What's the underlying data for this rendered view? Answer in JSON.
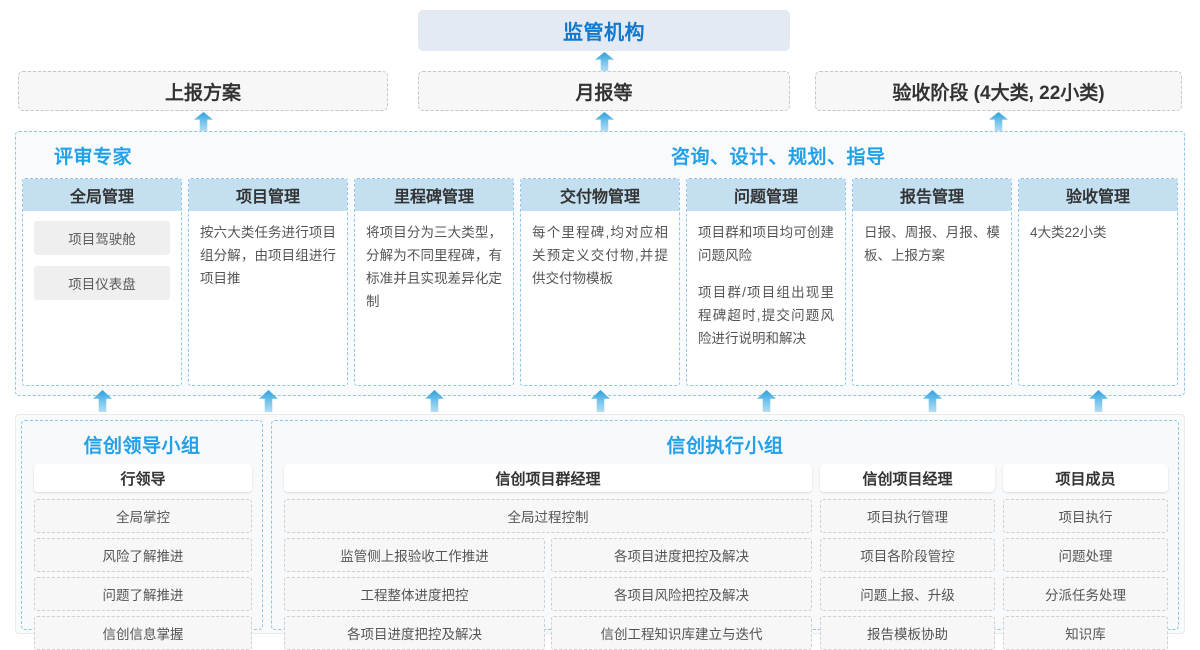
{
  "top": {
    "regulator": "监管机构",
    "boxes": [
      {
        "label": "上报方案"
      },
      {
        "label": "月报等"
      },
      {
        "label": "验收阶段 (4大类, 22小类)"
      }
    ]
  },
  "middle": {
    "headers": [
      {
        "label": "评审专家"
      },
      {
        "label": "咨询、设计、规划、指导"
      }
    ],
    "columns": [
      {
        "title": "全局管理",
        "descriptions": [],
        "pills": [
          "项目驾驶舱",
          "项目仪表盘"
        ]
      },
      {
        "title": "项目管理",
        "descriptions": [
          "按六大类任务进行项目组分解，由项目组进行项目推"
        ],
        "pills": []
      },
      {
        "title": "里程碑管理",
        "descriptions": [
          "将项目分为三大类型，分解为不同里程碑，有标准并且实现差异化定制"
        ],
        "pills": []
      },
      {
        "title": "交付物管理",
        "descriptions": [
          "每个里程碑,均对应相关预定义交付物,并提供交付物模板"
        ],
        "pills": []
      },
      {
        "title": "问题管理",
        "descriptions": [
          "项目群和项目均可创建问题风险",
          "项目群/项目组出现里程碑超时,提交问题风险进行说明和解决"
        ],
        "pills": []
      },
      {
        "title": "报告管理",
        "descriptions": [
          "日报、周报、月报、模板、上报方案"
        ],
        "pills": []
      },
      {
        "title": "验收管理",
        "descriptions": [
          "4大类22小类"
        ],
        "pills": []
      }
    ]
  },
  "bottom": {
    "groups": [
      {
        "title": "信创领导小组",
        "roles": [
          {
            "name": "行领导",
            "layout": "single",
            "items": [
              "全局掌控",
              "风险了解推进",
              "问题了解推进",
              "信创信息掌握"
            ]
          }
        ]
      },
      {
        "title": "信创执行小组",
        "roles": [
          {
            "name": "信创项目群经理",
            "layout": "wide",
            "full_item": "全局过程控制",
            "left_items": [
              "监管侧上报验收工作推进",
              "工程整体进度把控",
              "各项目进度把控及解决"
            ],
            "right_items": [
              "各项目进度把控及解决",
              "各项目风险把控及解决",
              "信创工程知识库建立与迭代"
            ]
          },
          {
            "name": "信创项目经理",
            "layout": "single",
            "items": [
              "项目执行管理",
              "项目各阶段管控",
              "问题上报、升级",
              "报告模板协助"
            ]
          },
          {
            "name": "项目成员",
            "layout": "single",
            "items": [
              "项目执行",
              "问题处理",
              "分派任务处理",
              "知识库"
            ]
          }
        ]
      }
    ]
  },
  "arrows": {
    "to_regulator": {
      "name": "arrow-up-to-regulator"
    },
    "to_topboxes": [
      {
        "name": "arrow-up-to-report-plan"
      },
      {
        "name": "arrow-up-to-monthly-report"
      },
      {
        "name": "arrow-up-to-acceptance-stage"
      }
    ],
    "to_columns": [
      {
        "name": "arrow-up-to-global-management"
      },
      {
        "name": "arrow-up-to-project-management"
      },
      {
        "name": "arrow-up-to-milestone-management"
      },
      {
        "name": "arrow-up-to-deliverable-management"
      },
      {
        "name": "arrow-up-to-issue-management"
      },
      {
        "name": "arrow-up-to-report-management"
      },
      {
        "name": "arrow-up-to-acceptance-management"
      }
    ]
  },
  "colors": {
    "accent_blue": "#22a0e8",
    "title_blue": "#1179cf",
    "card_header": "#c3dff0",
    "regulator_bg": "#e4eaf3",
    "dashed_blue": "#8ec5e8",
    "dashed_gray": "#c6c6c6"
  }
}
